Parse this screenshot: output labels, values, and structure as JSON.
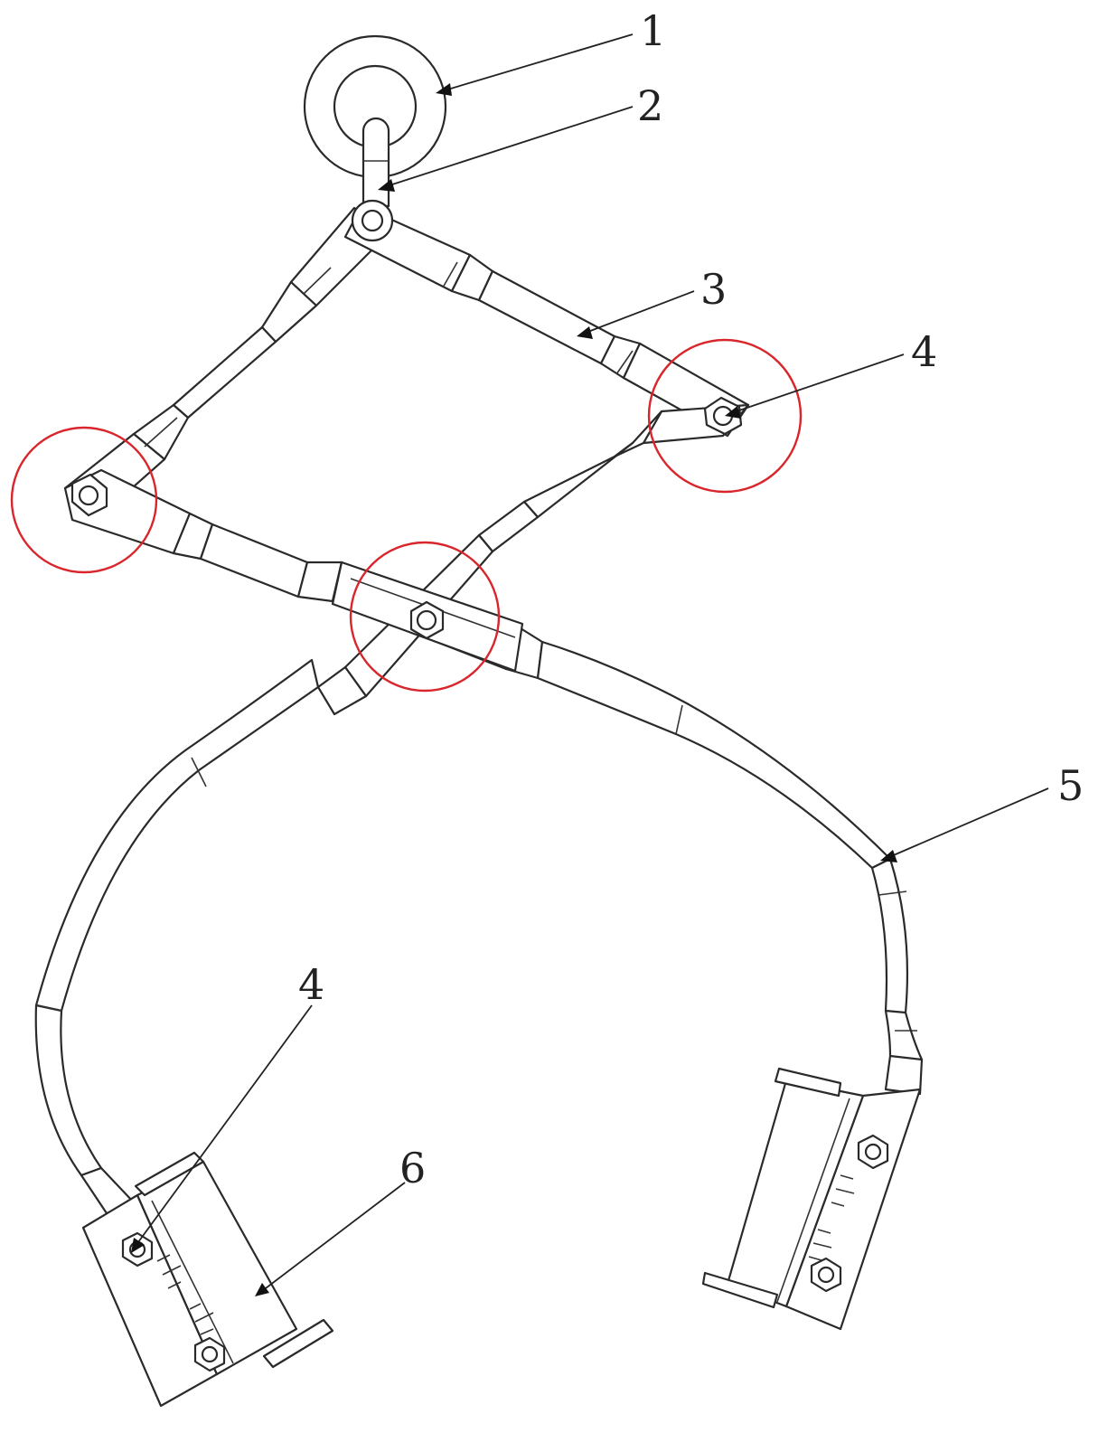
{
  "diagram": {
    "callouts": [
      {
        "id": "c1",
        "label": "1"
      },
      {
        "id": "c2",
        "label": "2"
      },
      {
        "id": "c3",
        "label": "3"
      },
      {
        "id": "c4a",
        "label": "4"
      },
      {
        "id": "c5",
        "label": "5"
      },
      {
        "id": "c4b",
        "label": "4"
      },
      {
        "id": "c6",
        "label": "6"
      }
    ],
    "highlight_color": "#d9262c",
    "line_color": "#2a2a2a"
  }
}
